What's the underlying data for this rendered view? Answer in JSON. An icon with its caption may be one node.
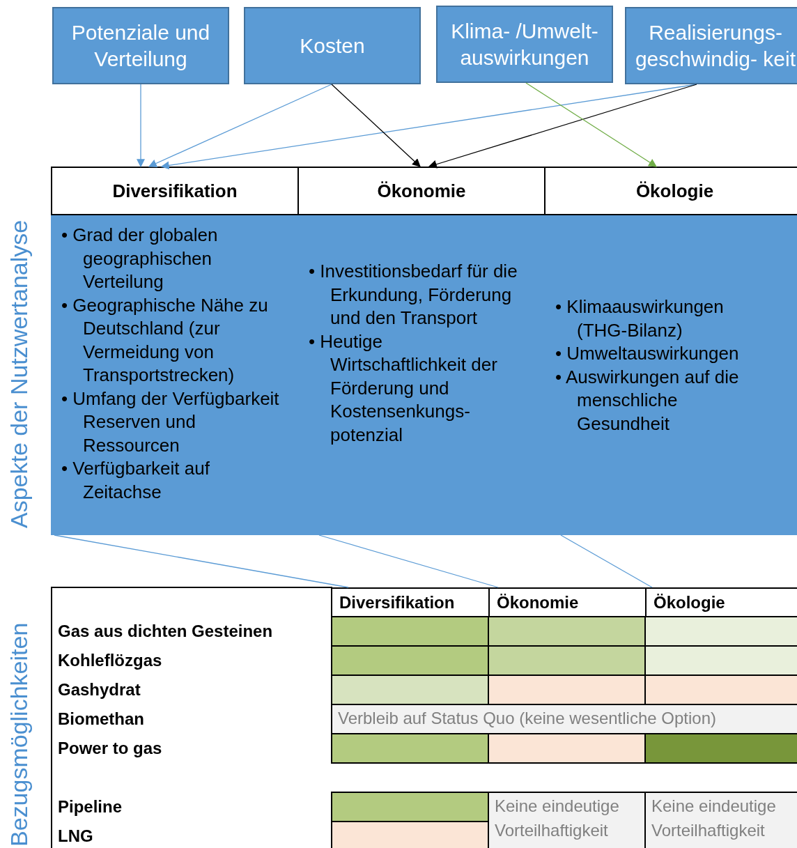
{
  "diagram": {
    "nodes": [
      {
        "text": [
          "Potenziale und Verteilung"
        ]
      },
      {
        "text": [
          "Kosten"
        ]
      },
      {
        "text": [
          "Klima- /Umwelt- auswirkungen"
        ]
      },
      {
        "text": [
          "Realisierungs- geschwindig- keit"
        ]
      },
      {
        "text": [
          "Diversifikation"
        ]
      },
      {
        "text": [
          "Ökonomie"
        ]
      },
      {
        "text": [
          "Ökologie"
        ]
      },
      {
        "text": [
          "• Grad der globalen geographischen Verteilung",
          "• Geographische Nähe zu Deutschland (zur Vermeidung von Transportstrecken)",
          "• Umfang der Verfügbarkeit Reserven und Ressourcen",
          "• Verfügbarkeit auf Zeitachse"
        ]
      },
      {
        "text": [
          "• Investitionsbedarf für die Erkundung, Förderung und den Transport",
          "• Heutige Wirtschaftlichkeit der Förderung und Kostensenkungs- potenzial"
        ]
      },
      {
        "text": [
          "• Klimaauswirkungen (THG-Bilanz)",
          "• Umweltauswirkungen",
          "• Auswirkungen auf die menschliche Gesundheit"
        ]
      },
      {
        "text": [
          "Diversifikation"
        ]
      },
      {
        "text": [
          "Ökonomie"
        ]
      },
      {
        "text": [
          "Ökologie"
        ]
      }
    ],
    "edges": [
      {
        "from": 0,
        "to": 4,
        "arrow": "to"
      },
      {
        "from": 1,
        "to": 4,
        "arrow": "to"
      },
      {
        "from": 3,
        "to": 4,
        "arrow": "to"
      },
      {
        "from": 1,
        "to": 5,
        "arrow": "to",
        "color": "#000000"
      },
      {
        "from": 3,
        "to": 5,
        "arrow": "to",
        "color": "#000000"
      },
      {
        "from": 2,
        "to": 6,
        "arrow": "to",
        "color": "#70ad47"
      },
      {
        "from": 7,
        "to": 10,
        "arrow": "none"
      },
      {
        "from": 8,
        "to": 11,
        "arrow": "none"
      },
      {
        "from": 9,
        "to": 12,
        "arrow": "none"
      }
    ],
    "labels": [
      "Aspekte der Nutzwertanalyse",
      "Bezugsmöglichkeiten",
      "Gas aus dichten Gesteinen",
      "Kohleflözgas",
      "Gashydrat",
      "Biomethan",
      "Verbleib auf Status Quo (keine wesentliche Option)",
      "Power to gas",
      "Pipeline",
      "Keine eindeutige Vorteilhaftigkeit",
      "Keine eindeutige Vorteilhaftigkeit",
      "LNG"
    ]
  }
}
